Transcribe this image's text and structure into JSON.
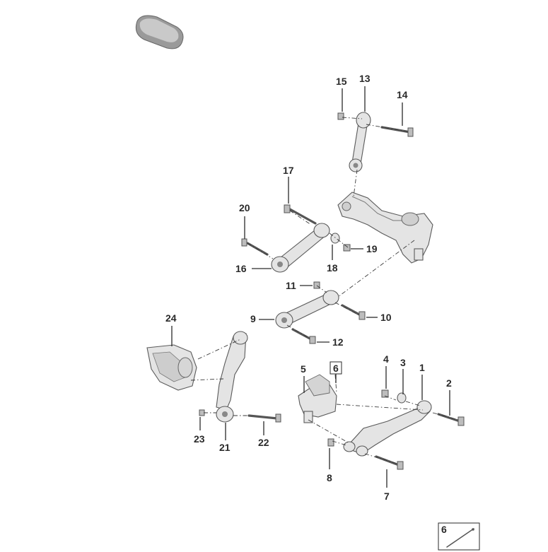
{
  "callouts": {
    "c1": "1",
    "c2": "2",
    "c3": "3",
    "c4": "4",
    "c5": "5",
    "c6": "6",
    "c7": "7",
    "c8": "8",
    "c9": "9",
    "c10": "10",
    "c11": "11",
    "c12": "12",
    "c13": "13",
    "c14": "14",
    "c15": "15",
    "c16": "16",
    "c17": "17",
    "c18": "18",
    "c19": "19",
    "c20": "20",
    "c21": "21",
    "c22": "22",
    "c23": "23",
    "c24": "24"
  },
  "inset": {
    "label": "6"
  }
}
